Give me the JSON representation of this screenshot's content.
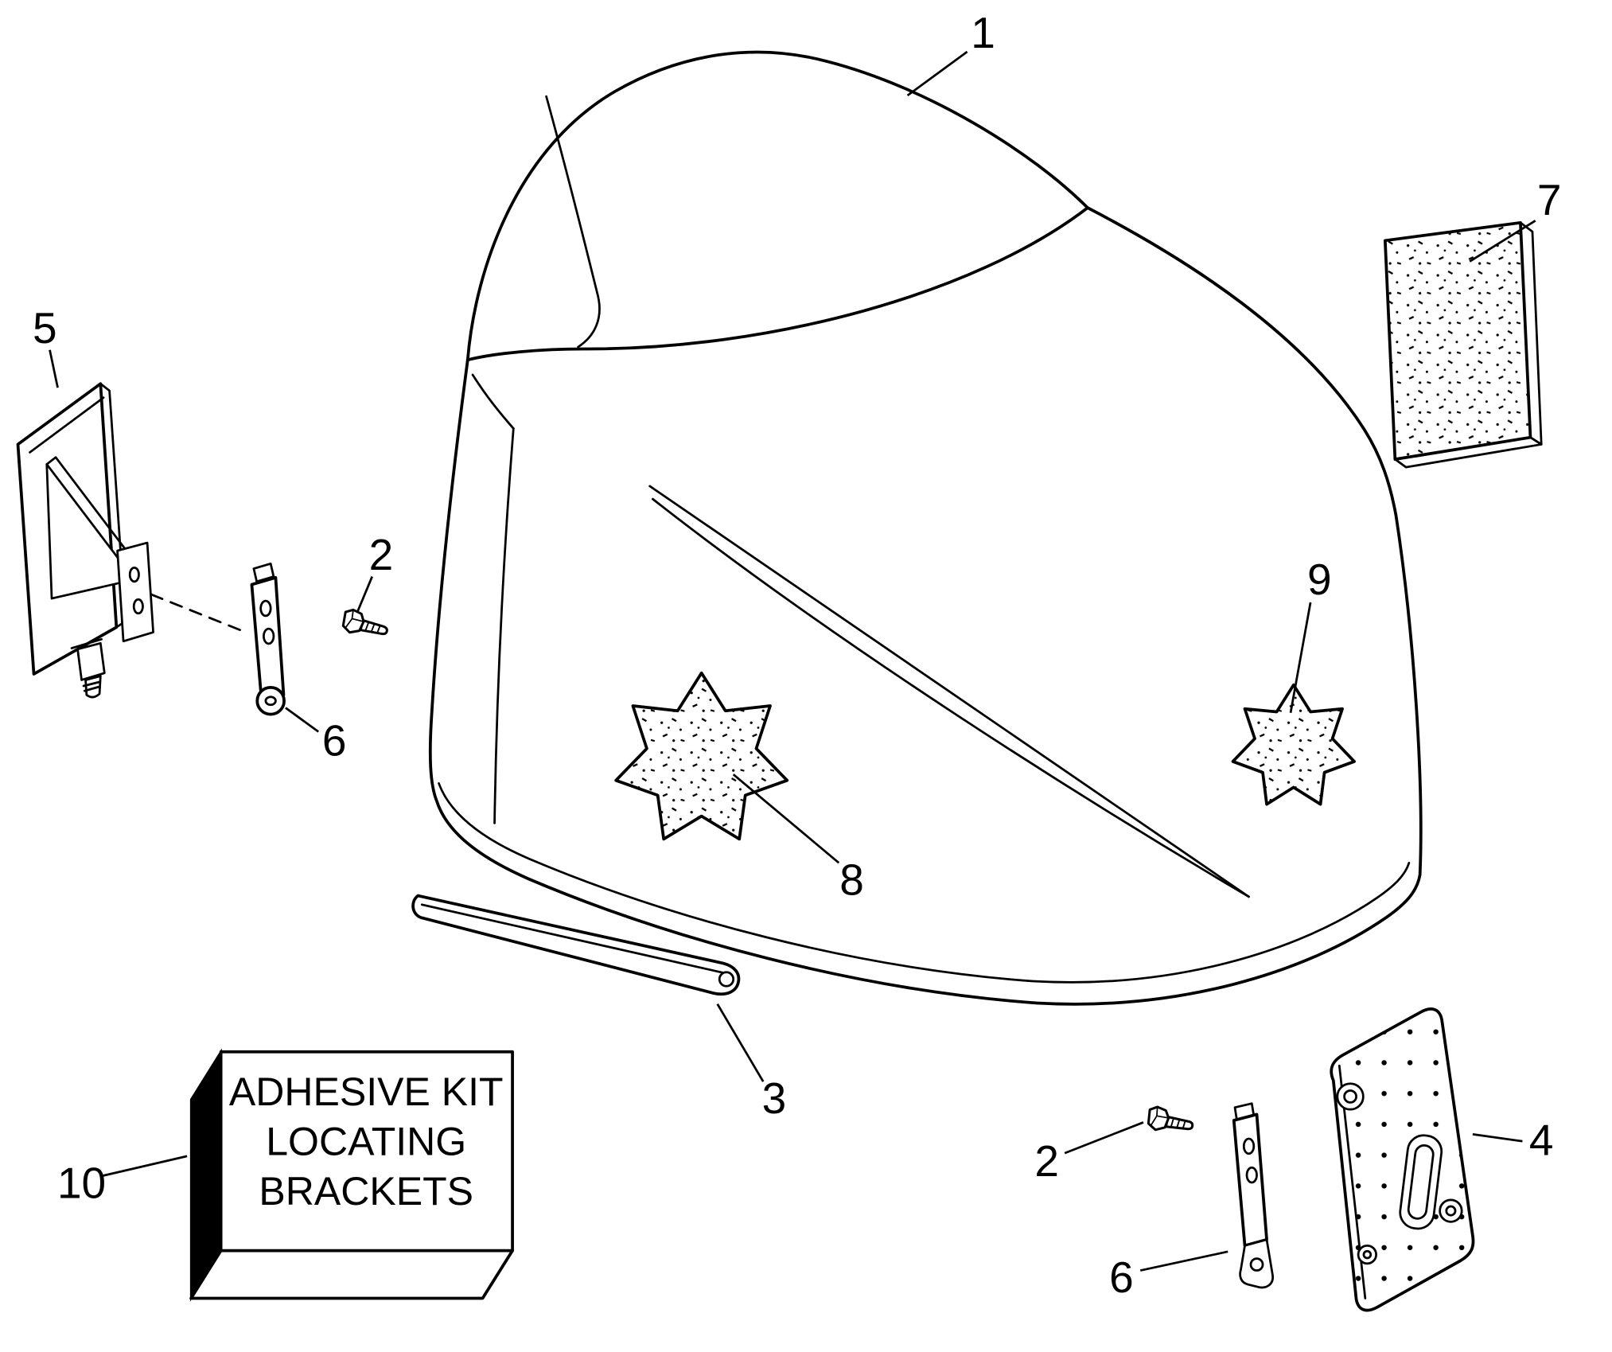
{
  "diagram": {
    "name": "engine-cover-exploded-parts-diagram",
    "box_label": {
      "line1": "ADHESIVE KIT",
      "line2": "LOCATING",
      "line3": "BRACKETS"
    },
    "callouts": {
      "c1": "1",
      "c2": "2",
      "c3": "3",
      "c4": "4",
      "c5": "5",
      "c6": "6",
      "c7": "7",
      "c8": "8",
      "c9": "9",
      "c10": "10"
    }
  }
}
